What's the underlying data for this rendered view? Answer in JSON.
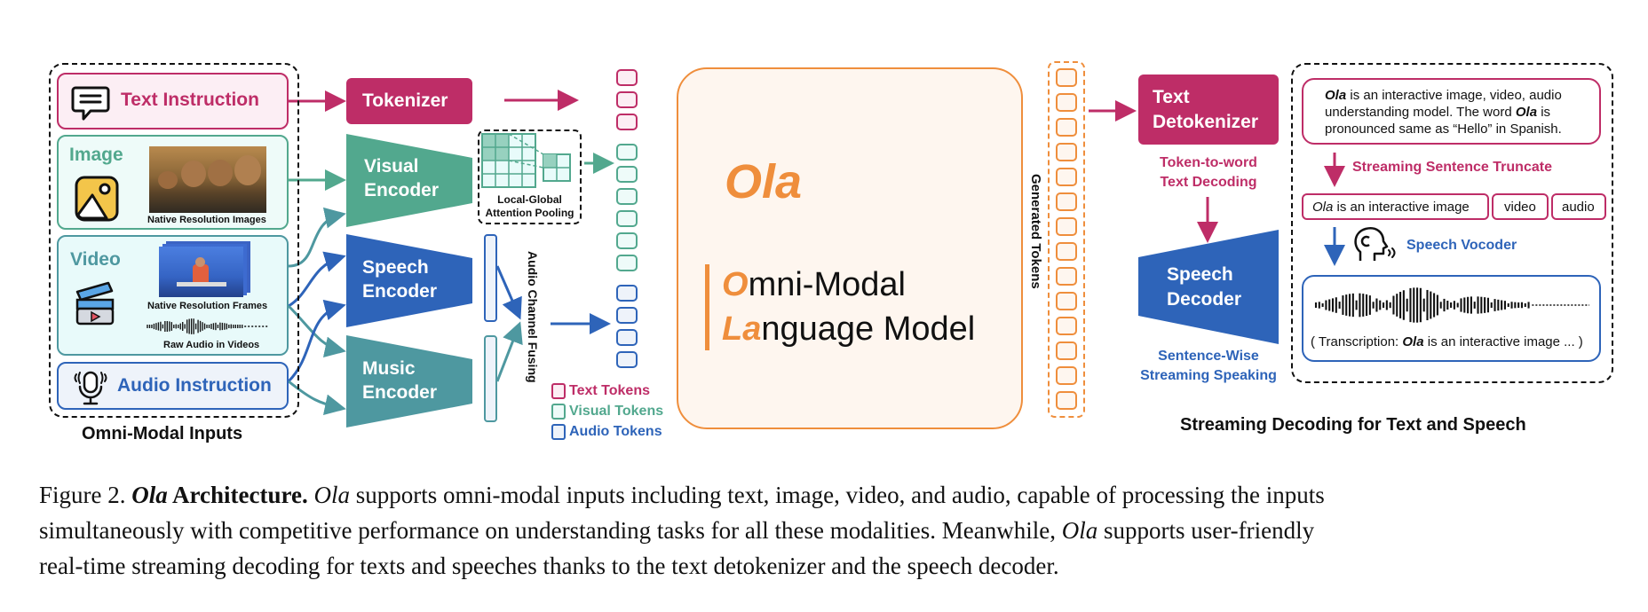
{
  "colors": {
    "text_pink": "#BE2D67",
    "visual_teal": "#52A88E",
    "speech_blue": "#2E64B9",
    "music_teal": "#4E98A0",
    "llm_orange": "#EF8E3C",
    "llm_fill": "#FEF6EF",
    "text_fill": "#FCEEF4",
    "image_fill": "#EEFBF9",
    "video_fill": "#E8FAFA",
    "audio_fill": "#EEF3FA"
  },
  "inputs": {
    "title": "Omni-Modal Inputs",
    "text_instruction": {
      "label": "Text Instruction",
      "icon": "chat-bubble-icon"
    },
    "image": {
      "label": "Image",
      "icon": "image-icon",
      "thumb_caption": "Native Resolution Images"
    },
    "video": {
      "label": "Video",
      "icon": "clapperboard-icon",
      "frames_caption": "Native Resolution Frames",
      "audio_caption": "Raw Audio in Videos"
    },
    "audio_instruction": {
      "label": "Audio Instruction",
      "icon": "microphone-icon"
    }
  },
  "encoders": {
    "tokenizer": "Tokenizer",
    "visual_line1": "Visual",
    "visual_line2": "Encoder",
    "speech_line1": "Speech",
    "speech_line2": "Encoder",
    "music_line1": "Music",
    "music_line2": "Encoder",
    "pooling_line1": "Local-Global",
    "pooling_line2": "Attention Pooling",
    "audio_fusing": "Audio Channel Fusing"
  },
  "tokens": {
    "text_count": 3,
    "visual_count": 6,
    "audio_count": 4,
    "legend": [
      {
        "label": "Text Tokens",
        "kind": "text"
      },
      {
        "label": "Visual Tokens",
        "kind": "visual"
      },
      {
        "label": "Audio Tokens",
        "kind": "audio"
      }
    ]
  },
  "llm": {
    "name": "Ola",
    "line1_accent": "O",
    "line1_rest": "mni-Modal",
    "line2_accent": "La",
    "line2_rest": "nguage Model"
  },
  "generated": {
    "label": "Generated Tokens",
    "count": 14
  },
  "decoding": {
    "title": "Streaming Decoding for Text and Speech",
    "detok_line1": "Text",
    "detok_line2": "Detokenizer",
    "detok_sub1": "Token-to-word",
    "detok_sub2": "Text Decoding",
    "decoder_line1": "Speech",
    "decoder_line2": "Decoder",
    "decoder_sub1": "Sentence-Wise",
    "decoder_sub2": "Streaming Speaking",
    "output_ola": "Ola",
    "output_line1_rest": " is an interactive image, video, audio",
    "output_line2_a": "understanding model. The word ",
    "output_line2_ola": "Ola",
    "output_line2_b": " is",
    "output_line3": "pronounced same as  “Hello” in Spanish.",
    "truncate_label": "Streaming Sentence Truncate",
    "chunk1_ola": "Ola",
    "chunk1_rest": " is an interactive image",
    "chunk2": "video",
    "chunk3": "audio",
    "vocoder_label": "Speech Vocoder",
    "vocoder_icon": "speaking-head-icon",
    "transcription_a": "( Transcription: ",
    "transcription_ola": "Ola",
    "transcription_b": " is an interactive image ... )"
  },
  "caption": {
    "fig": "Figure 2. ",
    "ola_bold": "Ola",
    "title_bold": " Architecture.",
    "ola_it1": "Ola",
    "line1_rest": " supports omni-modal inputs including text, image, video, and audio, capable of processing the inputs",
    "line2_a": "simultaneously with competitive performance on understanding tasks for all these modalities.  Meanwhile, ",
    "ola_it2": "Ola",
    "line2_b": " supports user-friendly",
    "line3": "real-time streaming decoding for texts and speeches thanks to the text detokenizer and the speech decoder."
  }
}
